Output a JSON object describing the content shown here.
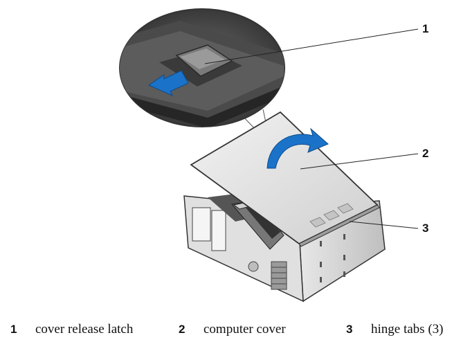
{
  "callouts": [
    {
      "number": "1",
      "label": "cover release latch"
    },
    {
      "number": "2",
      "label": "computer cover"
    },
    {
      "number": "3",
      "label": "hinge tabs (3)"
    }
  ],
  "colors": {
    "arrow_blue": "#1a73c9",
    "cover_gray": "#d9d9d9",
    "chassis_gray": "#c8c8c8"
  }
}
